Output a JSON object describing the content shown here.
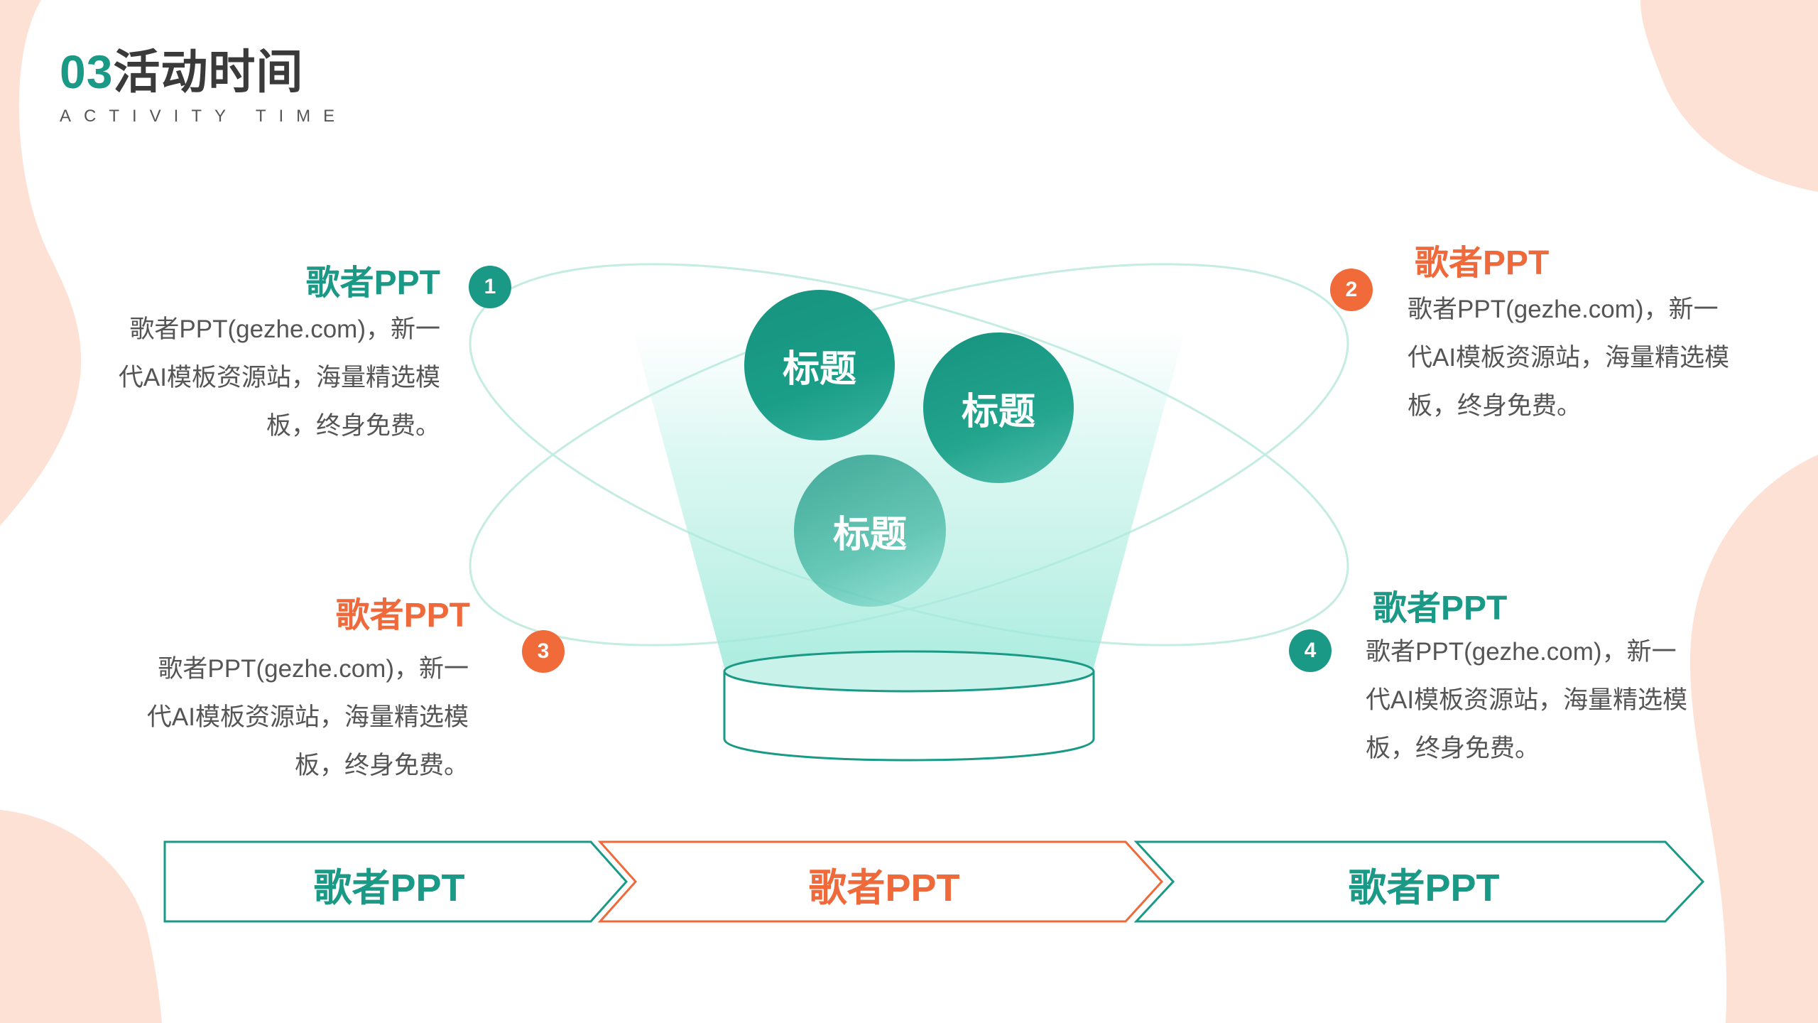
{
  "header": {
    "title_number": "03",
    "title_text": "活动时间",
    "subtitle": "ACTIVITY TIME"
  },
  "colors": {
    "teal": "#1a9a86",
    "orange": "#f0693a",
    "blob": "#fde1d5"
  },
  "items": [
    {
      "badge": "1",
      "title": "歌者PPT",
      "body": "歌者PPT(gezhe.com)，新一代AI模板资源站，海量精选模板，终身免费。"
    },
    {
      "badge": "2",
      "title": "歌者PPT",
      "body": "歌者PPT(gezhe.com)，新一代AI模板资源站，海量精选模板，终身免费。"
    },
    {
      "badge": "3",
      "title": "歌者PPT",
      "body": "歌者PPT(gezhe.com)，新一代AI模板资源站，海量精选模板，终身免费。"
    },
    {
      "badge": "4",
      "title": "歌者PPT",
      "body": "歌者PPT(gezhe.com)，新一代AI模板资源站，海量精选模板，终身免费。"
    }
  ],
  "bubbles": [
    "标题",
    "标题",
    "标题"
  ],
  "arrows": [
    "歌者PPT",
    "歌者PPT",
    "歌者PPT"
  ]
}
